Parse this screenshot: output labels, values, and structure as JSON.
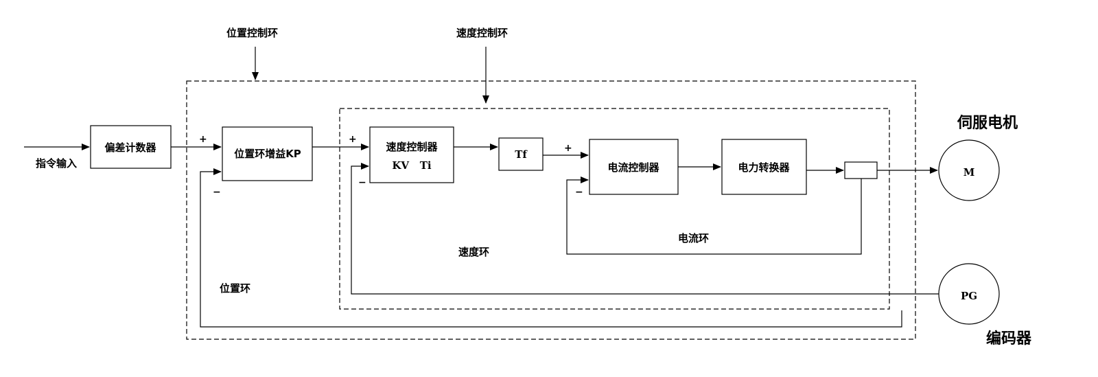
{
  "diagram": {
    "labels": {
      "command_input": "指令输入",
      "position_control_loop": "位置控制环",
      "speed_control_loop": "速度控制环",
      "servo_motor": "伺服电机",
      "encoder": "编码器",
      "position_loop": "位置环",
      "speed_loop": "速度环",
      "current_loop": "电流环"
    },
    "blocks": {
      "deviation_counter": "偏差计数器",
      "position_gain": "位置环增益KP",
      "speed_controller": "速度控制器",
      "speed_controller_params": "KV   Ti",
      "filter": "Tf",
      "current_controller": "电流控制器",
      "power_converter": "电力转换器",
      "motor": "M",
      "pg": "PG"
    },
    "signs": {
      "plus": "+",
      "minus": "−"
    }
  }
}
